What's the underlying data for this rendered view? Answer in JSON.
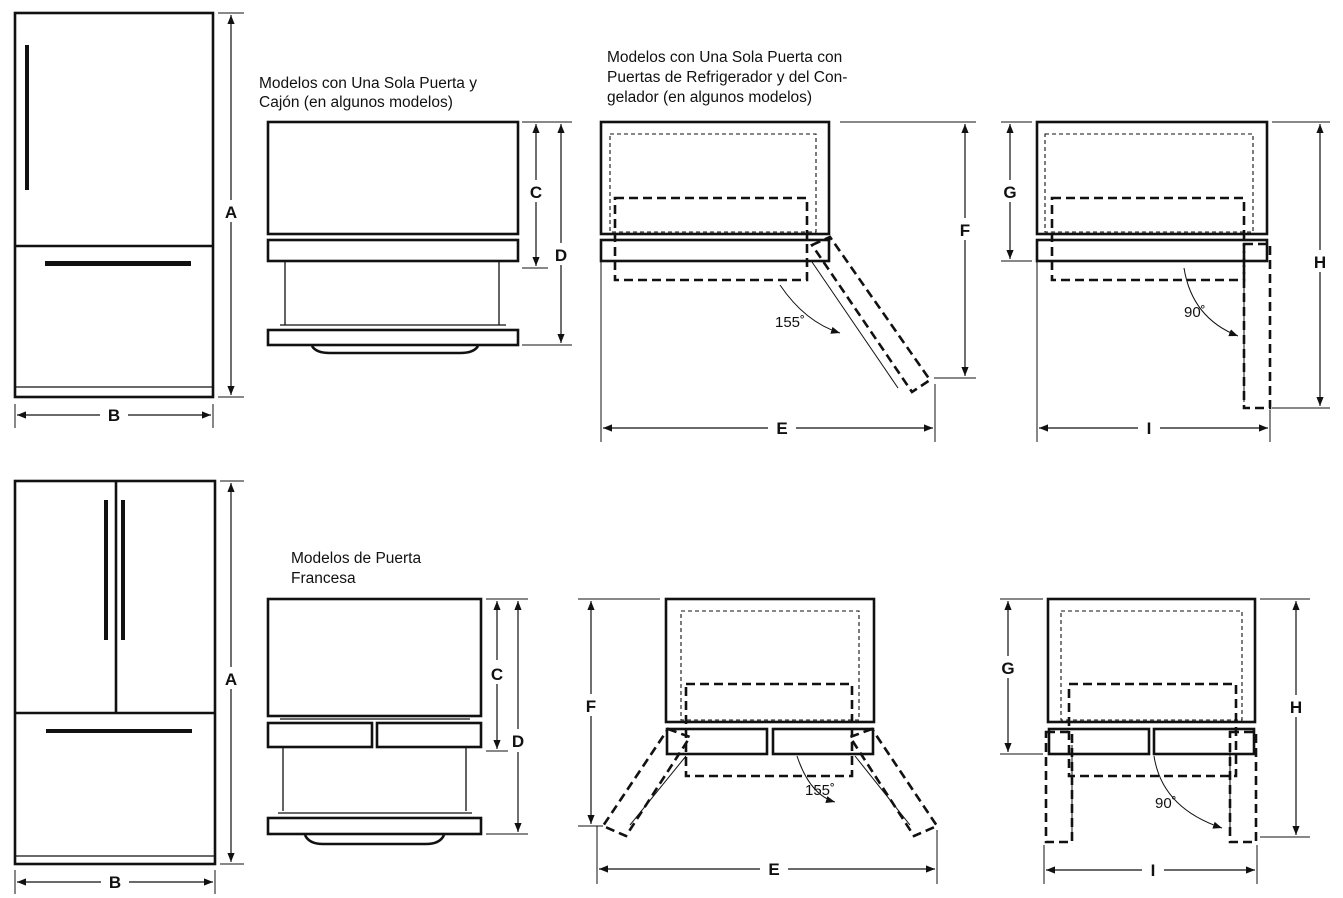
{
  "captions": {
    "drawer_models": [
      "Modelos con Una Sola Puerta y",
      "Cajón (en algunos modelos)"
    ],
    "door_models": [
      "Modelos con Una Sola Puerta con",
      "Puertas de Refrigerador y del Con-",
      "gelador (en algunos modelos)"
    ],
    "french_models": [
      "Modelos de Puerta",
      "Francesa"
    ]
  },
  "dimensions": {
    "A": "A",
    "B": "B",
    "C": "C",
    "D": "D",
    "E": "E",
    "F": "F",
    "G": "G",
    "H": "H",
    "I": "I"
  },
  "angles": {
    "wide": "155˚",
    "right": "90˚"
  }
}
